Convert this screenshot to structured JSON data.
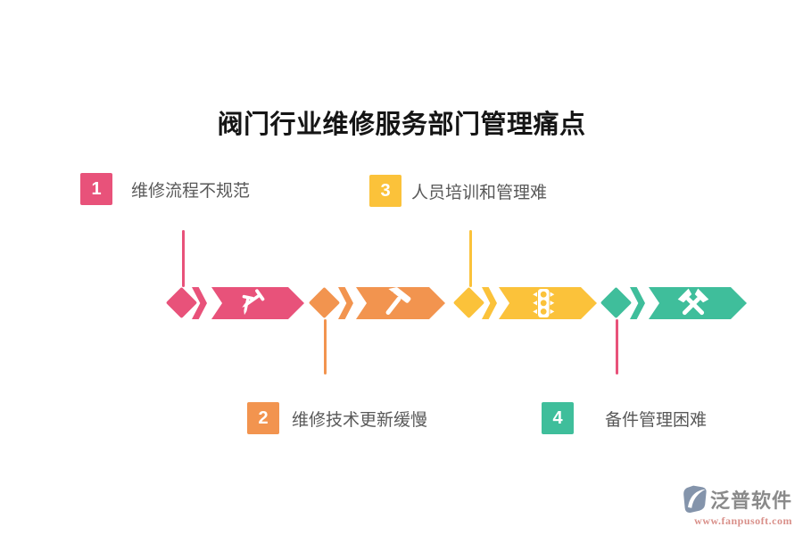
{
  "title": "阀门行业维修服务部门管理痛点",
  "pain_points": [
    {
      "number": "1",
      "label": "维修流程不规范",
      "color": "#E8527A",
      "icon": "nails-icon",
      "label_position": "top"
    },
    {
      "number": "2",
      "label": "维修技术更新缓慢",
      "color": "#F2944F",
      "icon": "hammer-icon",
      "label_position": "bottom"
    },
    {
      "number": "3",
      "label": "人员培训和管理难",
      "color": "#FBC23A",
      "icon": "traffic-light-icon",
      "label_position": "top"
    },
    {
      "number": "4",
      "label": "备件管理困难",
      "color": "#3FBE9B",
      "icon": "crossed-hammers-icon",
      "label_position": "bottom"
    }
  ],
  "colors": {
    "pink": "#E8527A",
    "orange": "#F2944F",
    "yellow": "#FBC23A",
    "teal": "#3FBE9B",
    "label_text": "#595959",
    "title_text": "#151515",
    "connector_line_4": "#E8527A"
  },
  "footer": {
    "brand": "泛普软件",
    "website": "www.fanpusoft.com"
  }
}
